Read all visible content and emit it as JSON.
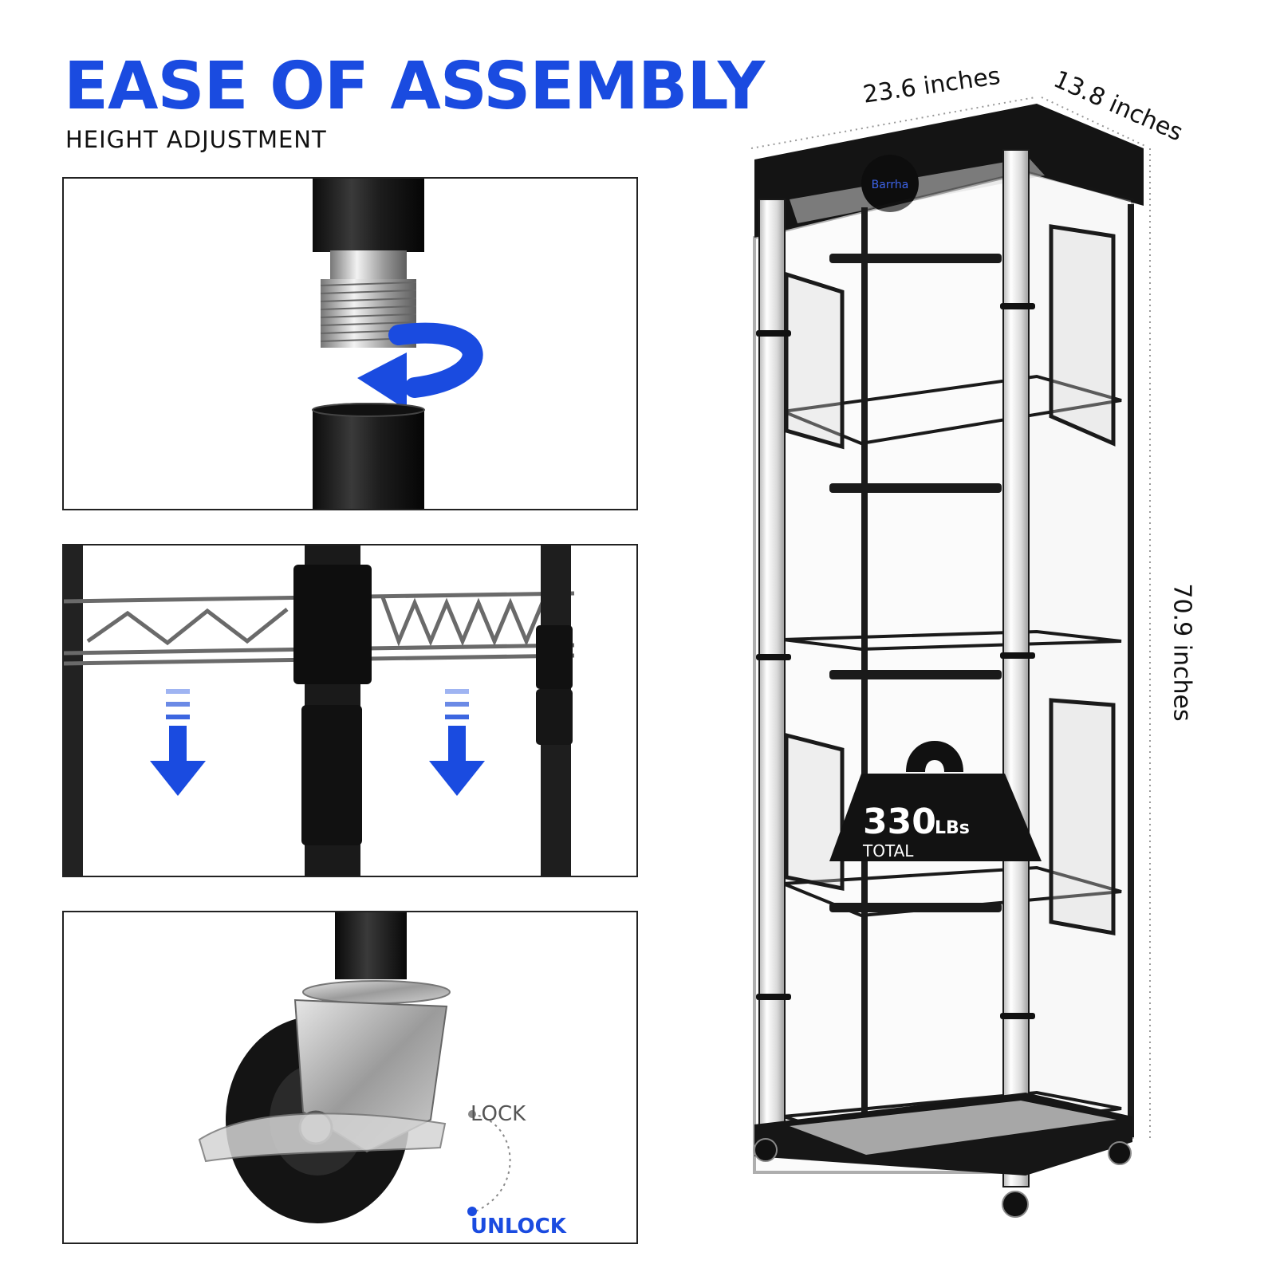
{
  "header": {
    "title": "EASE OF ASSEMBLY",
    "subtitle": "HEIGHT ADJUSTMENT"
  },
  "colors": {
    "accent": "#1a4be0",
    "frame": "#1a1a1a",
    "chrome": "#c8c8c8"
  },
  "dimensions": {
    "width": "23.6 inches",
    "depth": "13.8 inches",
    "height": "70.9 inches"
  },
  "product": {
    "brand": "Barrha",
    "weight_value": "330",
    "weight_unit": "LBs",
    "weight_caption": "TOTAL"
  },
  "caster": {
    "lock_label": "LOCK",
    "unlock_label": "UNLOCK"
  },
  "icons": [
    "rotate-arrow-icon",
    "down-arrow-icon",
    "weight-icon",
    "lock-dial-icon"
  ]
}
